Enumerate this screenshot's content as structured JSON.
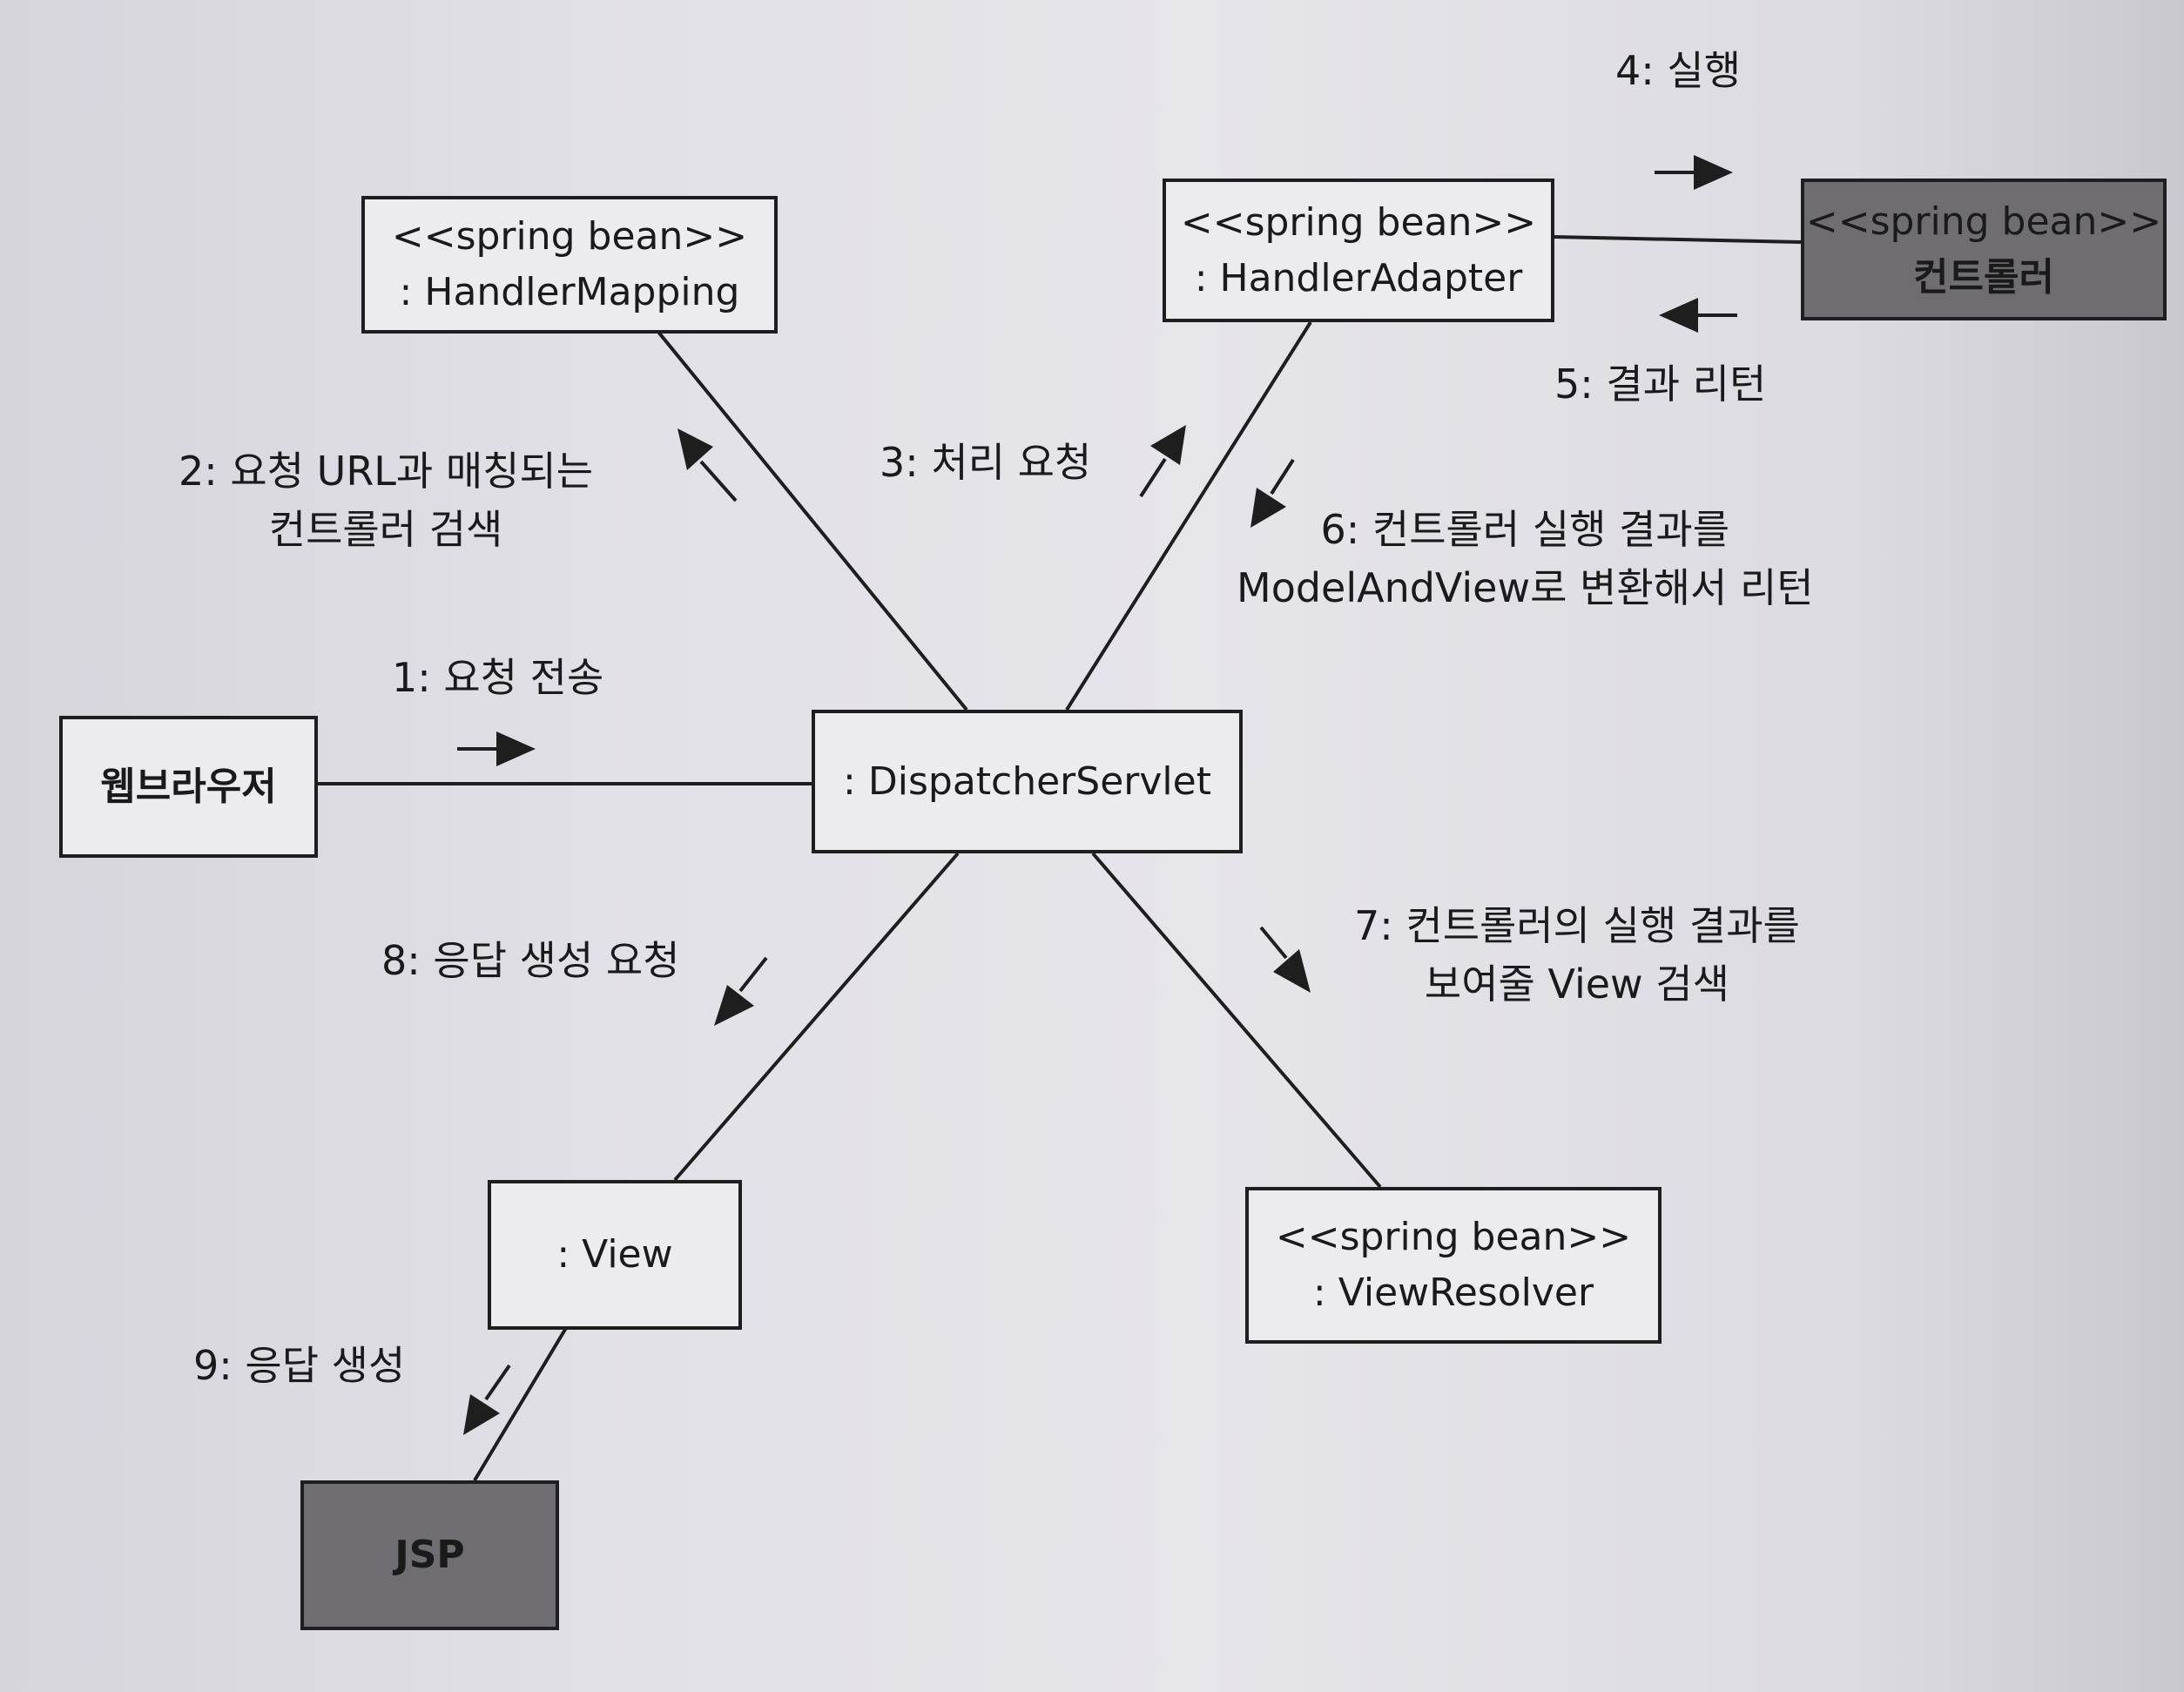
{
  "nodes": {
    "handler_mapping": {
      "stereotype": "<<spring bean>>",
      "name": ": HandlerMapping"
    },
    "handler_adapter": {
      "stereotype": "<<spring bean>>",
      "name": ": HandlerAdapter"
    },
    "controller": {
      "stereotype": "<<spring bean>>",
      "name": "컨트롤러"
    },
    "web_browser": {
      "name": "웹브라우저"
    },
    "dispatcher_servlet": {
      "name": ": DispatcherServlet"
    },
    "view": {
      "name": ": View"
    },
    "view_resolver": {
      "stereotype": "<<spring bean>>",
      "name": ": ViewResolver"
    },
    "jsp": {
      "name": "JSP"
    }
  },
  "messages": {
    "m1": "1: 요청 전송",
    "m2": [
      "2: 요청 URL과 매칭되는",
      "컨트롤러 검색"
    ],
    "m3": "3: 처리 요청",
    "m4": "4: 실행",
    "m5": "5: 결과 리턴",
    "m6": [
      "6: 컨트롤러 실행 결과를",
      "ModelAndView로 변환해서 리턴"
    ],
    "m7": [
      "7: 컨트롤러의 실행 결과를",
      "보여줄 View 검색"
    ],
    "m8": "8: 응답 생성 요청",
    "m9": "9: 응답 생성"
  },
  "colors": {
    "line": "#1e1e1e",
    "box_fill": "#ececf0",
    "dark_box_fill": "#6f6d72"
  }
}
